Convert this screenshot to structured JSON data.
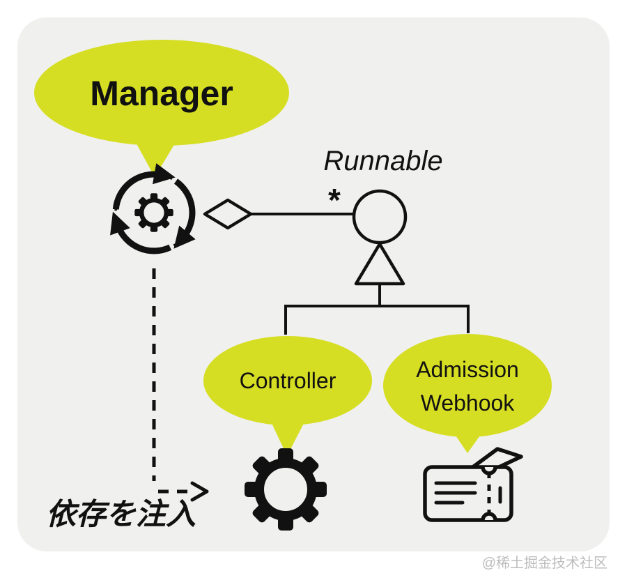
{
  "diagram": {
    "manager": {
      "label": "Manager"
    },
    "runnable": {
      "label": "Runnable",
      "multiplicity": "*"
    },
    "controller": {
      "label": "Controller"
    },
    "admission_webhook": {
      "label_line1": "Admission",
      "label_line2": "Webhook"
    },
    "inject_note": {
      "label": "依存を注入"
    },
    "icons": {
      "manager": "reconcile-loop-gear-icon",
      "aggregation": "aggregation-diamond-icon",
      "interface": "interface-circle-icon",
      "generalization": "generalization-triangle-icon",
      "controller": "gear-icon",
      "admission_webhook": "ticket-icon",
      "inject": "dashed-arrow-icon"
    },
    "colors": {
      "bubble_fill": "#d6de23",
      "background": "#f0f0ee",
      "stroke": "#111111",
      "text": "#111111",
      "watermark": "#bcbcbc"
    }
  },
  "watermark": {
    "label": "@稀土掘金技术社区"
  }
}
